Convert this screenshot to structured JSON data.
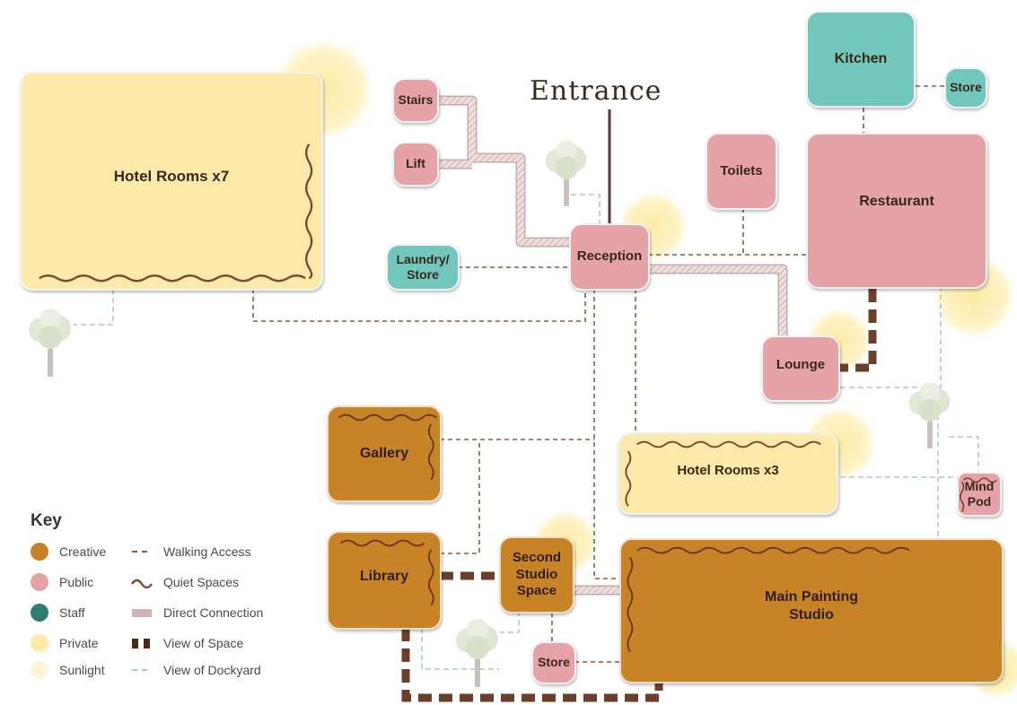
{
  "entrance": "Entrance",
  "rooms": {
    "hotel_rooms_7": "Hotel Rooms x7",
    "stairs": "Stairs",
    "lift": "Lift",
    "kitchen": "Kitchen",
    "kitchen_store": "Store",
    "toilets": "Toilets",
    "restaurant": "Restaurant",
    "laundry_store": "Laundry/\nStore",
    "reception": "Reception",
    "lounge": "Lounge",
    "gallery": "Gallery",
    "hotel_rooms_3": "Hotel Rooms x3",
    "mind_pod": "Mind\nPod",
    "library": "Library",
    "second_studio": "Second\nStudio\nSpace",
    "main_studio": "Main Painting\nStudio",
    "studio_store": "Store"
  },
  "key": {
    "title": "Key",
    "items": [
      {
        "label": "Creative",
        "color": "#c98327"
      },
      {
        "label": "Public",
        "color": "#e5a3a8"
      },
      {
        "label": "Staff",
        "color": "#2f7d73"
      },
      {
        "label": "Private",
        "color": "#fdeaaa"
      },
      {
        "label": "Sunlight",
        "color": "#fdf0c8"
      }
    ],
    "lines": [
      {
        "label": "Walking Access"
      },
      {
        "label": "Quiet Spaces"
      },
      {
        "label": "Direct Connection"
      },
      {
        "label": "View of Space"
      },
      {
        "label": "View of Dockyard"
      }
    ]
  },
  "colors": {
    "creative": "#c98327",
    "public": "#e5a3a8",
    "staff": "#72c7bd",
    "private": "#fdeaaa",
    "walking": "#8a5a44",
    "view_space": "#6b3f2a",
    "dockyard": "#a9c4ea",
    "direct": "#d8b8b8"
  }
}
